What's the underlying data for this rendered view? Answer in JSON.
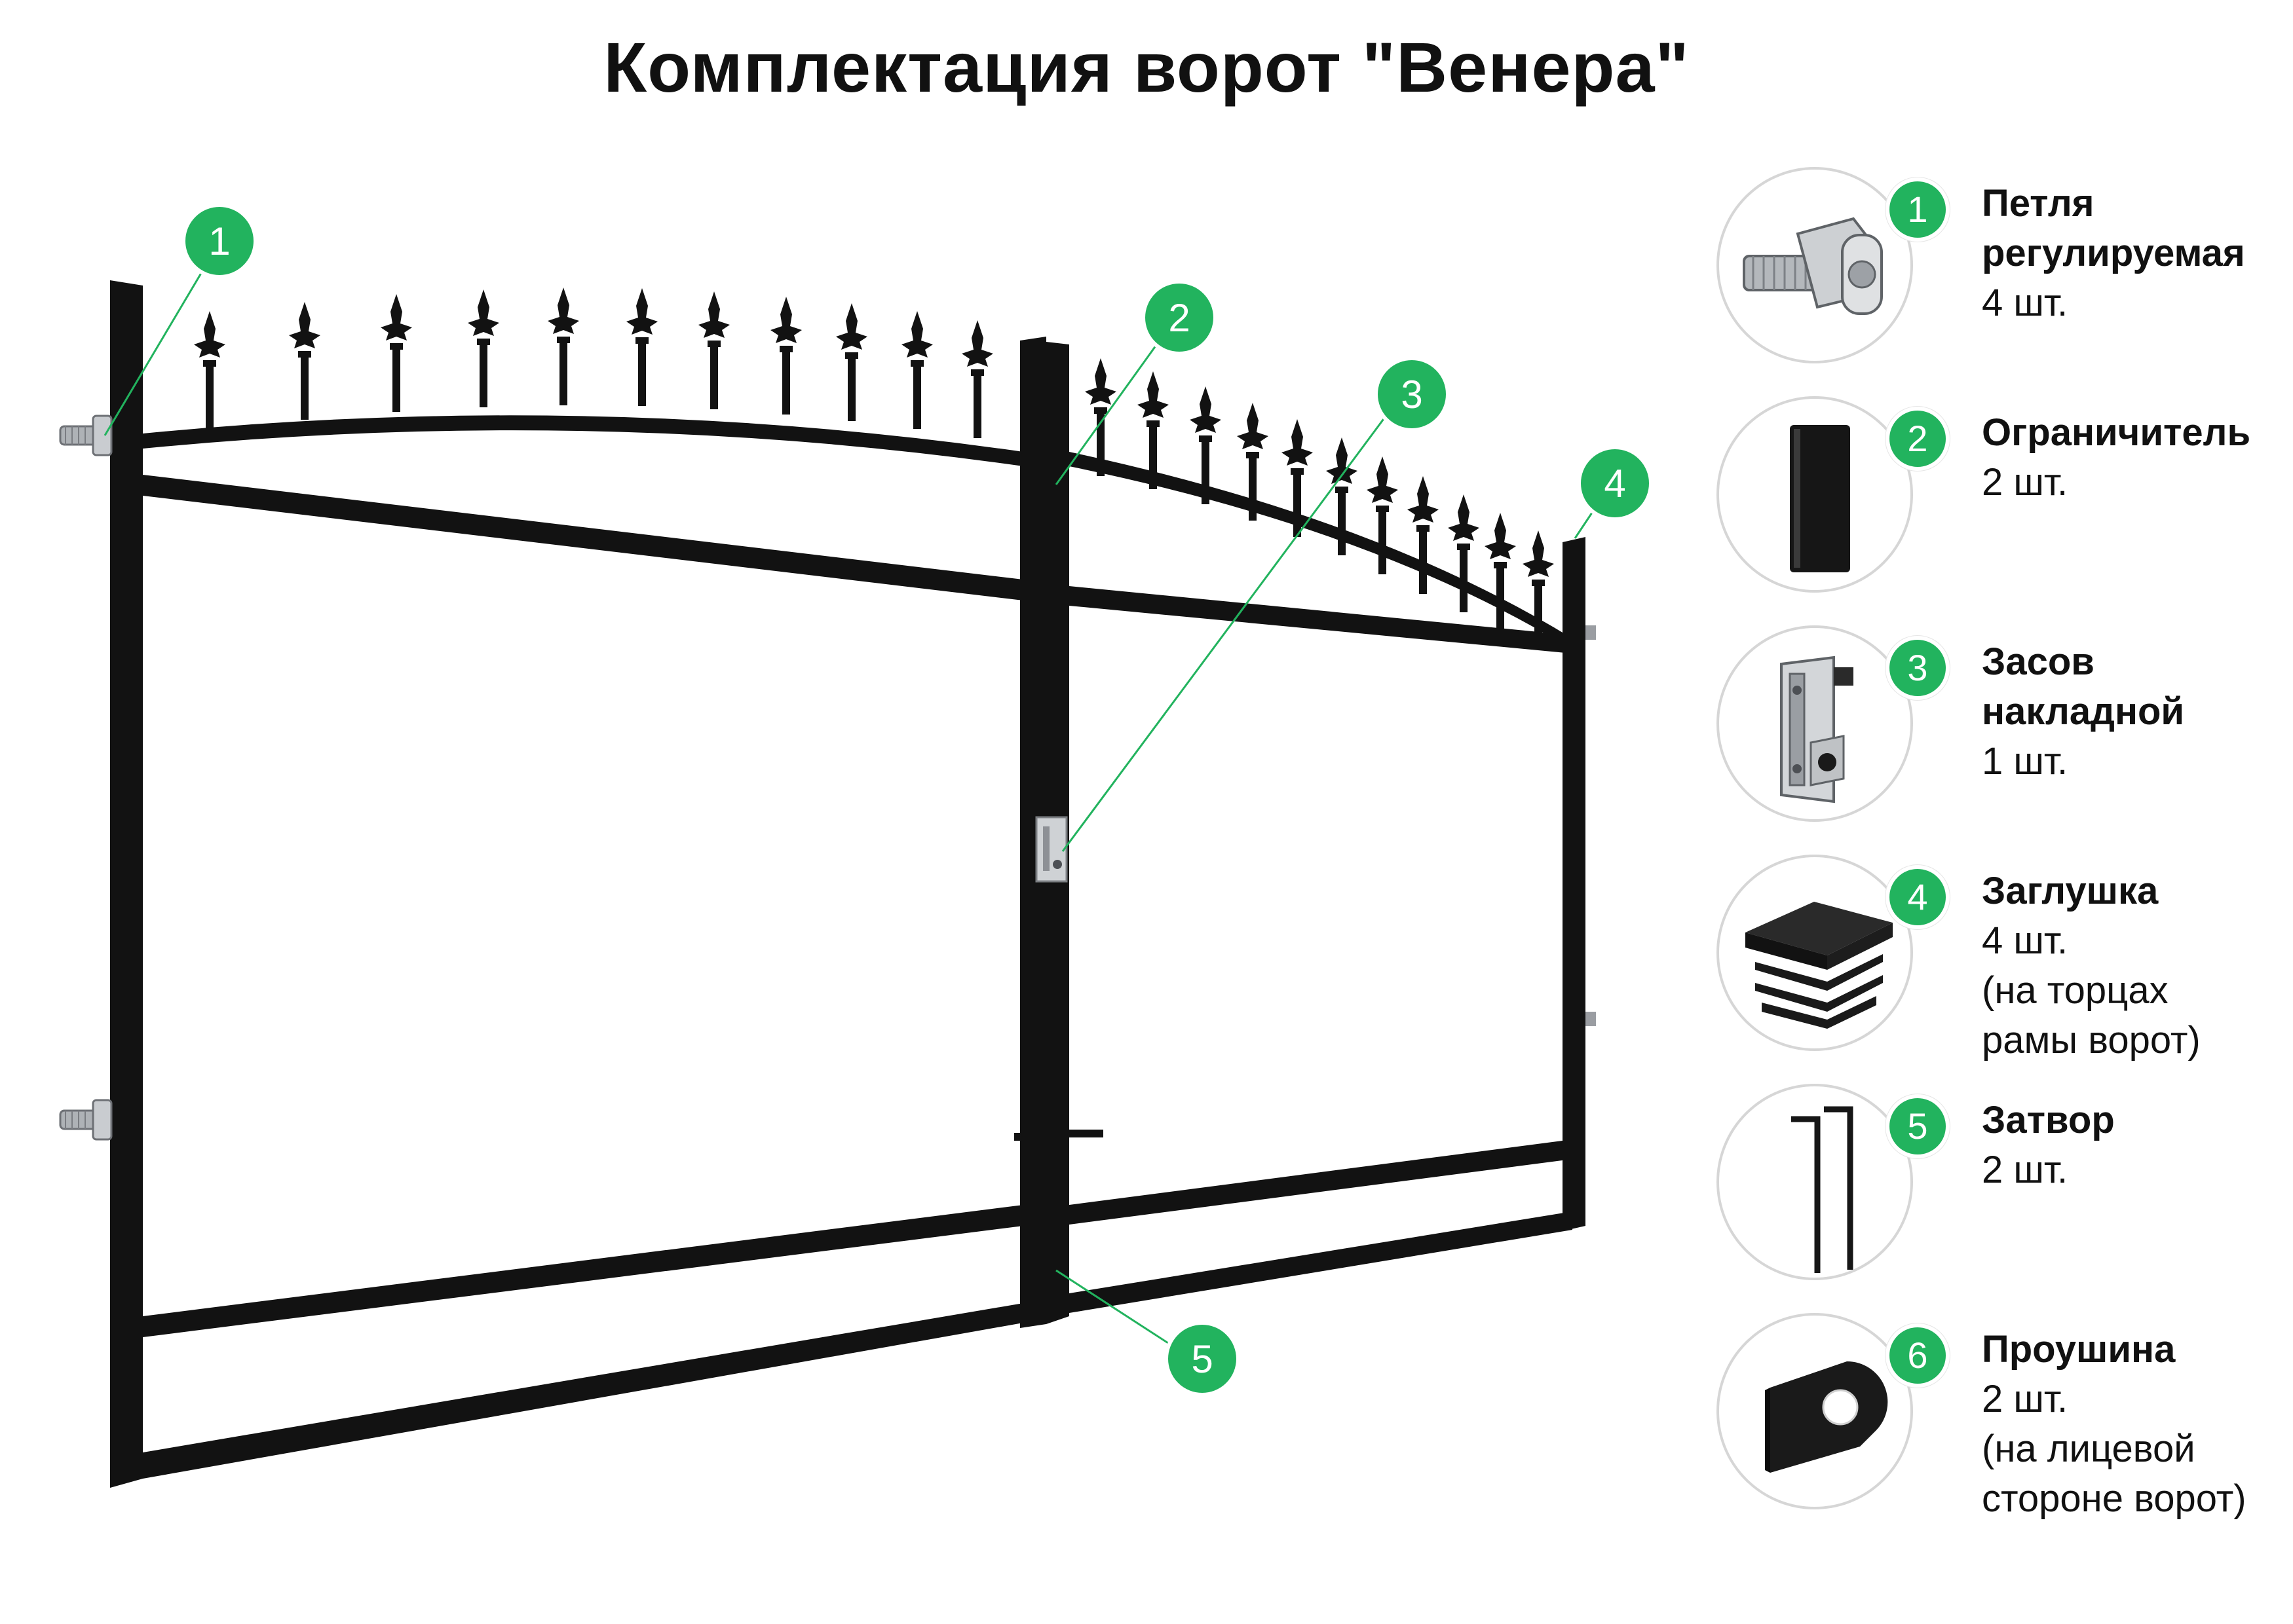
{
  "title": "Комплектация ворот \"Венера\"",
  "colors": {
    "accent": "#22b35e",
    "frame": "#121212",
    "steel": "#b9bcc0"
  },
  "callouts": [
    "1",
    "2",
    "3",
    "4",
    "5"
  ],
  "parts": [
    {
      "number": "1",
      "name_line1": "Петля",
      "name_line2": "регулируемая",
      "qty": "4 шт.",
      "note_line1": "",
      "note_line2": "",
      "icon": "adjustable-hinge-icon"
    },
    {
      "number": "2",
      "name_line1": "Ограничитель",
      "name_line2": "",
      "qty": "2 шт.",
      "note_line1": "",
      "note_line2": "",
      "icon": "stopper-plate-icon"
    },
    {
      "number": "3",
      "name_line1": "Засов",
      "name_line2": "накладной",
      "qty": "1 шт.",
      "note_line1": "",
      "note_line2": "",
      "icon": "surface-bolt-latch-icon"
    },
    {
      "number": "4",
      "name_line1": "Заглушка",
      "name_line2": "",
      "qty": "4 шт.",
      "note_line1": "(на торцах",
      "note_line2": "рамы ворот)",
      "icon": "end-cap-icon"
    },
    {
      "number": "5",
      "name_line1": "Затвор",
      "name_line2": "",
      "qty": "2 шт.",
      "note_line1": "",
      "note_line2": "",
      "icon": "drop-rod-icon"
    },
    {
      "number": "6",
      "name_line1": "Проушина",
      "name_line2": "",
      "qty": "2 шт.",
      "note_line1": "(на лицевой",
      "note_line2": "стороне ворот)",
      "icon": "padlock-eye-icon"
    }
  ]
}
